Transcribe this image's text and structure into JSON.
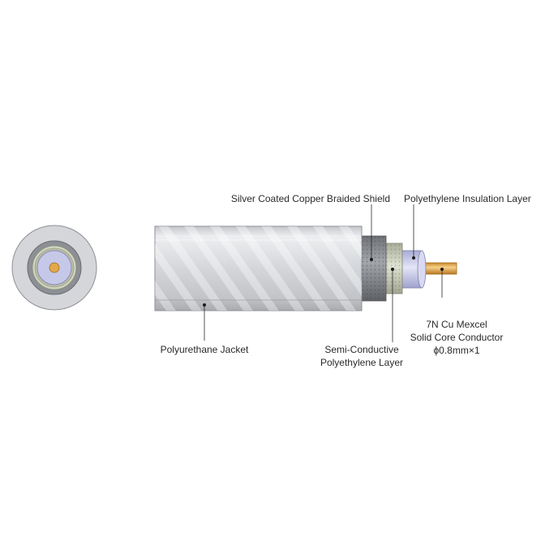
{
  "labels": {
    "braided_shield": "Silver Coated Copper Braided Shield",
    "insulation": "Polyethylene Insulation Layer",
    "jacket": "Polyurethane Jacket",
    "semi_conductive_line1": "Semi-Conductive",
    "semi_conductive_line2": "Polyethylene Layer",
    "conductor_line1": "7N Cu Mexcel",
    "conductor_line2": "Solid Core Conductor",
    "conductor_line3": "ϕ0.8mm×1"
  },
  "colors": {
    "jacket": "#d6d8dc",
    "shield": "#8c8f94",
    "semi_conductive": "#c9cdb8",
    "insulation": "#c6c8e8",
    "conductor": "#e2a84a"
  }
}
